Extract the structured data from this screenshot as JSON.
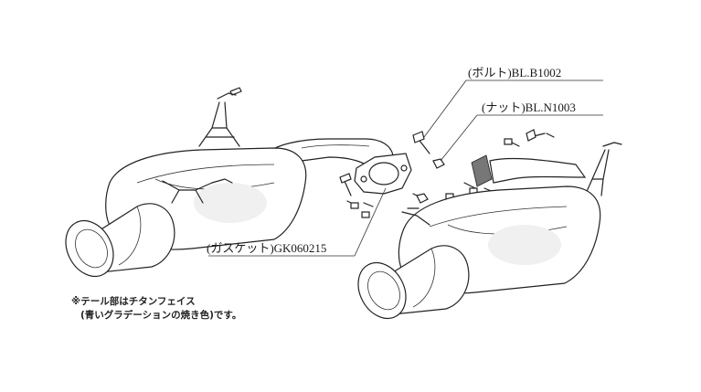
{
  "callouts": {
    "bolt": "(ボルト)BL.B1002",
    "nut": "(ナット)BL.N1003",
    "gasket": "(ガスケット)GK060215"
  },
  "note": {
    "line1": "※テール部はチタンフェイス",
    "line2": "(青いグラデーションの焼き色)です。"
  }
}
